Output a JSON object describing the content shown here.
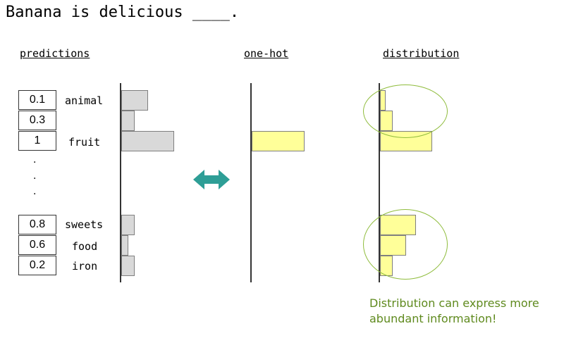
{
  "title": "Banana is delicious ____.",
  "headings": {
    "predictions": "predictions",
    "one_hot": "one-hot",
    "distribution": "distribution"
  },
  "rows": [
    {
      "value": "0.1",
      "label": "animal"
    },
    {
      "value": "0.3",
      "label": ""
    },
    {
      "value": "1",
      "label": "fruit"
    },
    {
      "value": "0.8",
      "label": "sweets"
    },
    {
      "value": "0.6",
      "label": "food"
    },
    {
      "value": "0.2",
      "label": "iron"
    }
  ],
  "ellipsis": [
    ".",
    ".",
    "."
  ],
  "note": {
    "line1": "Distribution can express more",
    "line2": "abundant information!"
  },
  "colors": {
    "arrow": "#2e9e96",
    "prediction_bar": "#d9d9d9",
    "target_bar": "#ffff99",
    "highlight": "#8fbc3c",
    "note": "#5f8a1e"
  }
}
